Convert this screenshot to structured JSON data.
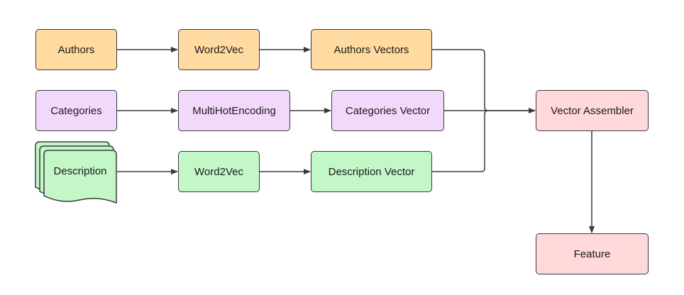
{
  "colors": {
    "orange": "#ffdba1",
    "purple": "#f2d9fc",
    "green": "#c3f7c8",
    "pink": "#ffd9d9",
    "stroke": "#3a3a3a"
  },
  "nodes": {
    "authors": "Authors",
    "word2vec_top": "Word2Vec",
    "authors_vectors": "Authors Vectors",
    "categories": "Categories",
    "multihot": "MultiHotEncoding",
    "categories_vector": "Categories Vector",
    "description": "Description",
    "word2vec_bottom": "Word2Vec",
    "description_vector": "Description Vector",
    "vector_assembler": "Vector Assembler",
    "feature": "Feature"
  }
}
